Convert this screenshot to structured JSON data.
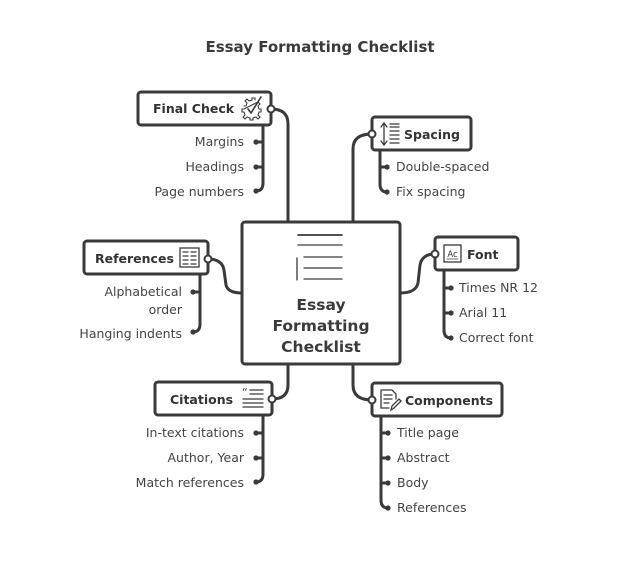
{
  "title": "Essay Formatting Checklist",
  "center": {
    "lines": [
      "Essay",
      "Formatting",
      "Checklist"
    ],
    "icon": "document-lines-icon"
  },
  "branches": {
    "final_check": {
      "label": "Final Check",
      "icon": "gear-check-icon",
      "items": [
        "Margins",
        "Headings",
        "Page numbers"
      ]
    },
    "spacing": {
      "label": "Spacing",
      "icon": "line-spacing-icon",
      "items": [
        "Double-spaced",
        "Fix spacing"
      ]
    },
    "references": {
      "label": "References",
      "icon": "list-document-icon",
      "items": [
        "Alphabetical",
        "order",
        "Hanging indents"
      ]
    },
    "font": {
      "label": "Font",
      "icon": "font-icon",
      "icon_text": "Ac",
      "items": [
        "Times NR 12",
        "Arial 11",
        "Correct font"
      ]
    },
    "citations": {
      "label": "Citations",
      "icon": "quote-icon",
      "items": [
        "In-text citations",
        "Author, Year",
        "Match references"
      ]
    },
    "components": {
      "label": "Components",
      "icon": "edit-document-icon",
      "items": [
        "Title page",
        "Abstract",
        "Body",
        "References"
      ]
    }
  }
}
